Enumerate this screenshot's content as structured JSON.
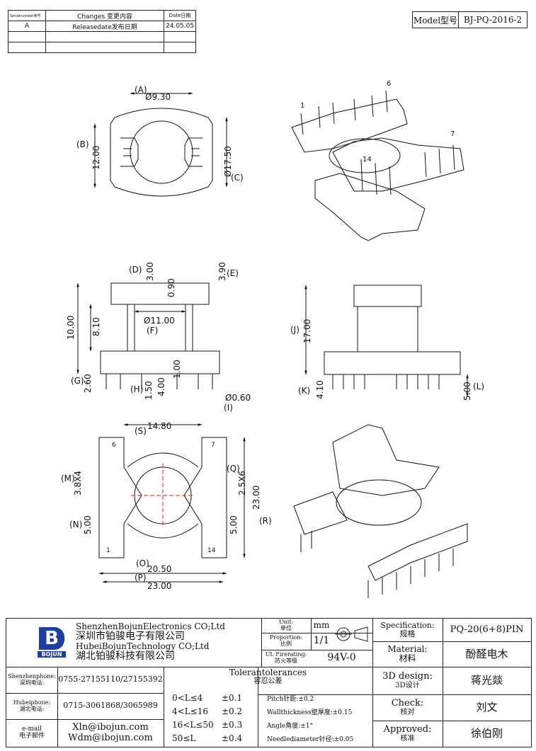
{
  "revision_table": {
    "headers": [
      "Serialnumber序号",
      "Changes 变更内容",
      "Date日期"
    ],
    "rows": [
      [
        "A",
        "Releasedate发布日期",
        "24.05.05"
      ],
      [
        "",
        "",
        ""
      ],
      [
        "",
        "",
        ""
      ]
    ]
  },
  "model": {
    "label": "Model型号",
    "value": "BJ-PQ-2016-2"
  },
  "drawing": {
    "top_view": {
      "dim_a": "(A)",
      "dia_930": "Ø9.30",
      "dim_b": "(B)",
      "v_1200": "12.00",
      "dia_1750": "Ø17.50",
      "dim_c": "(C)"
    },
    "iso_top": {
      "pin1": "1",
      "pin6": "6",
      "pin7": "7",
      "pin14": "14"
    },
    "front_view": {
      "d": "(D)",
      "v300": "3.00",
      "v090": "0.90",
      "v390": "3.90",
      "e": "(E)",
      "dia1100": "Ø11.00",
      "f": "(F)",
      "v1000": "10.00",
      "v810": "8.10",
      "v260": "2.60",
      "g": "(G)",
      "v150": "1.50",
      "v400": "4.00",
      "v100": "1.00",
      "h": "(H)",
      "dia060": "Ø0.60",
      "i": "(I)"
    },
    "side_view": {
      "j": "(J)",
      "v1700": "17.00",
      "v410": "4.10",
      "k": "(K)",
      "v500": "5.00",
      "l": "(L)"
    },
    "bottom_view": {
      "v1480": "14.80",
      "s": "(S)",
      "p6": "6",
      "p7": "7",
      "m": "(M)",
      "v38x4": "3.8X4",
      "q": "(Q)",
      "v25x6": "2.5X6",
      "v2300r": "23.00",
      "r": "(R)",
      "n": "(N)",
      "v500a": "5.00",
      "v500b": "5.00",
      "p1": "1",
      "p14": "14",
      "o": "(O)",
      "v2050": "20.50",
      "p": "(P)",
      "v2300b": "23.00"
    }
  },
  "title_block": {
    "company_en1": "ShenzhenBojunElectronics CO;Ltd",
    "company_cn1": "深圳市铂骏电子有限公司",
    "company_en2": "HubeiBojunTechnology CO;Ltd",
    "company_cn2": "湖北铂骏科技有限公司",
    "logo_text": "BOJUN",
    "unit_label_en": "Unit:",
    "unit_label_cn": "单位",
    "unit_value": "mm",
    "proportion_label_en": "Proportion:",
    "proportion_label_cn": "比例",
    "proportion_value": "1/1",
    "ul_label_en": "UL Firerating:",
    "ul_label_cn": "防火等级",
    "ul_value": "94V-0",
    "spec_label_en": "Specification:",
    "spec_label_cn": "规格",
    "spec_value": "PQ-20(6+8)PIN",
    "material_label_en": "Material:",
    "material_label_cn": "材料",
    "material_value": "酚醛电木",
    "design_label_en": "3D design:",
    "design_label_cn": "3D设计",
    "design_value": "蒋光燚",
    "check_label_en": "Check:",
    "check_label_cn": "核对",
    "check_value": "刘文",
    "approved_label_en": "Approved:",
    "approved_label_cn": "核准",
    "approved_value": "徐伯刚",
    "shenzhen_phone_label_en": "Shenzhenphone:",
    "shenzhen_phone_label_cn": "深圳电话:",
    "shenzhen_phone": "0755-27155110/27155392",
    "hubei_phone_label_en": "Hubeiphone:",
    "hubei_phone_label_cn": "湖北电话:",
    "hubei_phone": "0715-3061868/3065989",
    "email_label_en": "e-mail",
    "email_label_cn": "电子邮件",
    "email1": "Xln@ibojun.com",
    "email2": "Wdm@ibojun.com",
    "tol_title_en": "Tolerantolerances",
    "tol_title_cn": "容忍公差",
    "tol_rows": [
      [
        "0<L≤4",
        "±0.1"
      ],
      [
        "4<L≤16",
        "±0.2"
      ],
      [
        "16<L≤50",
        "±0.3"
      ],
      [
        "50≤L",
        "±0.4"
      ]
    ],
    "tol_pitch": "Pitch针距:±0.2",
    "tol_wall": "Wallthickness壁厚度:±0.15",
    "tol_angle": "Angle角度:±1°",
    "tol_needle": "Needlediameter针径:±0.05"
  }
}
